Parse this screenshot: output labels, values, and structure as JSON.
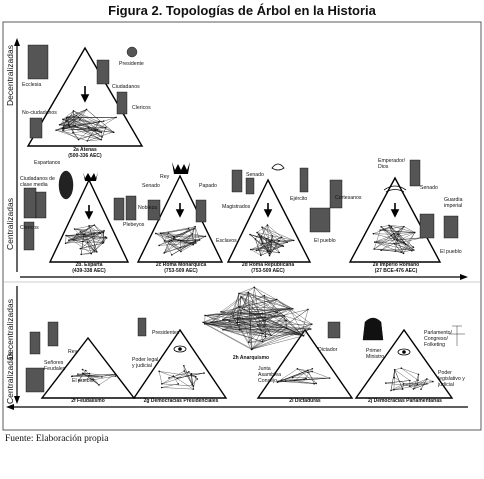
{
  "title": "Figura 2. Topologías de Árbol en la Historia",
  "axis": {
    "decentral": "Decentralizadas",
    "central": "Centralizadas"
  },
  "top": {
    "athens": {
      "caption1": "2a Atenas",
      "caption2": "(500-336 AEC)",
      "labels": [
        "Presidente",
        "Ecclesia",
        "Ciudadanos",
        "No-ciudadanos",
        "Clericos"
      ]
    },
    "esparta": {
      "caption1": "2b. Esparta",
      "caption2": "(439-338 AEC)",
      "labels": [
        "Espartanos",
        "Ciudadanos de clase media",
        "Clericos"
      ]
    },
    "romamon": {
      "caption1": "2c Roma Monárquica",
      "caption2": "(753-509 AEC)",
      "labels": [
        "Rey",
        "Senado",
        "Papado",
        "Nobleza",
        "Plebeyos"
      ]
    },
    "romarep": {
      "caption1": "2d Roma Republicana",
      "caption2": "(753-509 AEC)",
      "labels": [
        "Senado",
        "Ejército",
        "Magistrados",
        "Esclavos",
        "El pueblo"
      ]
    },
    "imperio": {
      "caption1": "2e Imperio Romano",
      "caption2": "(27 BCE-476 AEC)",
      "labels": [
        "Emperador/ Dios",
        "Senado",
        "Cortesanos",
        "Guardia imperial",
        "El pueblo"
      ]
    }
  },
  "bottom": {
    "anarquismo": {
      "caption": "2h Anarquismo"
    },
    "feudalismo": {
      "caption": "2f Feudalismo",
      "labels": [
        "Rey",
        "Señores Feudales",
        "El pueblo"
      ]
    },
    "presidenciales": {
      "caption": "2g Democracias Presidenciales",
      "labels": [
        "Presidentes",
        "Poder legal y judicial"
      ]
    },
    "dictaduras": {
      "caption": "2i Dictaduras",
      "labels": [
        "Dictador",
        "Junta Asamblea Consejo"
      ]
    },
    "parlamentarias": {
      "caption": "2j Democracias Parlamentarias",
      "labels": [
        "Primer Ministro",
        "Parlamento/ Congreso/ Folketing",
        "Poder legislativo y judicial"
      ]
    }
  },
  "source": "Fuente: Elaboración propia"
}
